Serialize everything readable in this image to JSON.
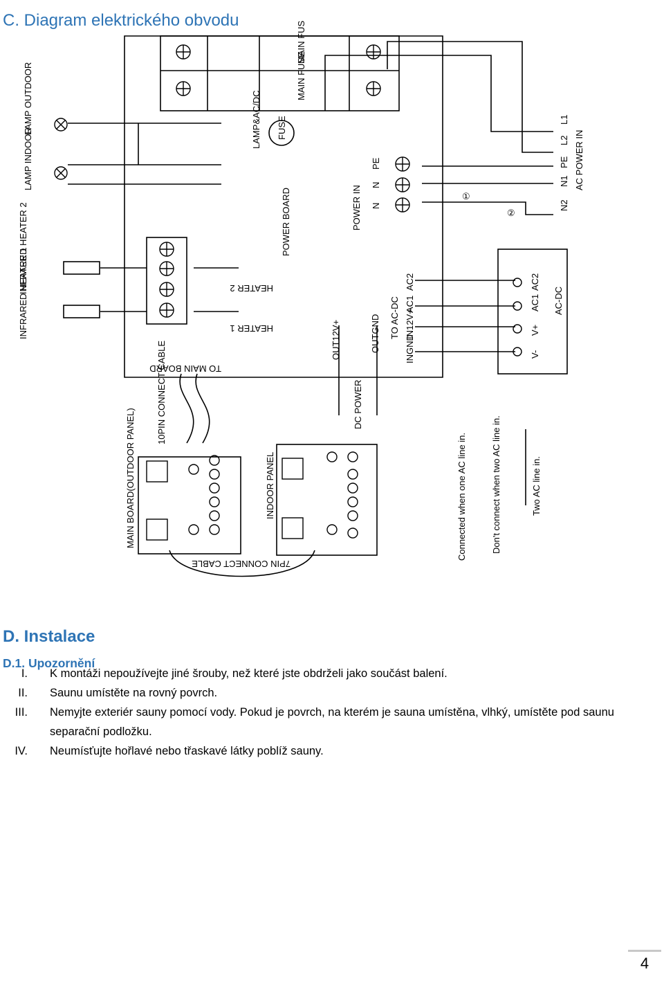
{
  "heading_c": "C. Diagram elektrického obvodu",
  "heading_d": "D. Instalace",
  "heading_d1": "D.1. Upozornění",
  "warnings": [
    {
      "num": "I.",
      "text": "K montáži nepoužívejte jiné šrouby, než které jste obdrželi jako součást balení."
    },
    {
      "num": "II.",
      "text": "Saunu umístěte na rovný povrch."
    },
    {
      "num": "III.",
      "text": "Nemyjte exteriér sauny pomocí vody. Pokud je povrch, na kterém je sauna umístěna, vlhký, umístěte pod saunu separační podložku."
    },
    {
      "num": "IV.",
      "text": "Neumísťujte hořlavé nebo třaskavé látky poblíž sauny."
    }
  ],
  "diagram": {
    "main_fuse_1": "MAIN FUSE",
    "main_fuse_2": "MAIN FUSE",
    "lamp_outdoor": "LAMP OUTDOOR",
    "lamp_indoor": "LAMP INDOOR",
    "lamp_ac_dc": "LAMP&AC/DC",
    "fuse": "FUSE",
    "l1": "L1",
    "l2": "L2",
    "pe_terminal": "PE",
    "n_terminal_1": "N",
    "n_terminal_2": "N",
    "pe_line": "PE",
    "n1": "N1",
    "n2": "N2",
    "ac_power_in": "AC POWER IN",
    "power_in": "POWER IN",
    "power_board": "POWER BOARD",
    "marker_1": "①",
    "marker_2": "②",
    "infrared_heater_2": "INFRARED HEATER 2",
    "infrared_heater_1": "INFRARED HEATER 1",
    "heater_2": "HEATER 2",
    "heater_1": "HEATER 1",
    "to_main_board": "TO MAIN BOARD",
    "out12v": "OUT12V+",
    "outgnd": "OUTGND",
    "to_ac_dc": "TO AC-DC",
    "in_ac2": "AC2",
    "in_ac1": "AC1",
    "in12v": "IN12V+",
    "ingnd": "INGND",
    "acdc_ac2": "AC2",
    "acdc_ac1": "AC1",
    "acdc_vplus": "V+",
    "acdc_vminus": "V-",
    "ac_dc": "AC-DC",
    "dc_power": "DC POWER",
    "pin_connect_cable_10": "10PIN CONNECT CABLE",
    "main_board_outdoor": "MAIN BOARD(OUTDOOR PANEL)",
    "indoor_panel": "INDOOR PANEL",
    "pin_connect_cable_bottom": "7PIN CONNECT CABLE",
    "note_1": "Connected when one AC line in.",
    "note_1b": "Don't connect when two AC line in.",
    "note_2": "Two AC line in."
  },
  "page_number": "4"
}
